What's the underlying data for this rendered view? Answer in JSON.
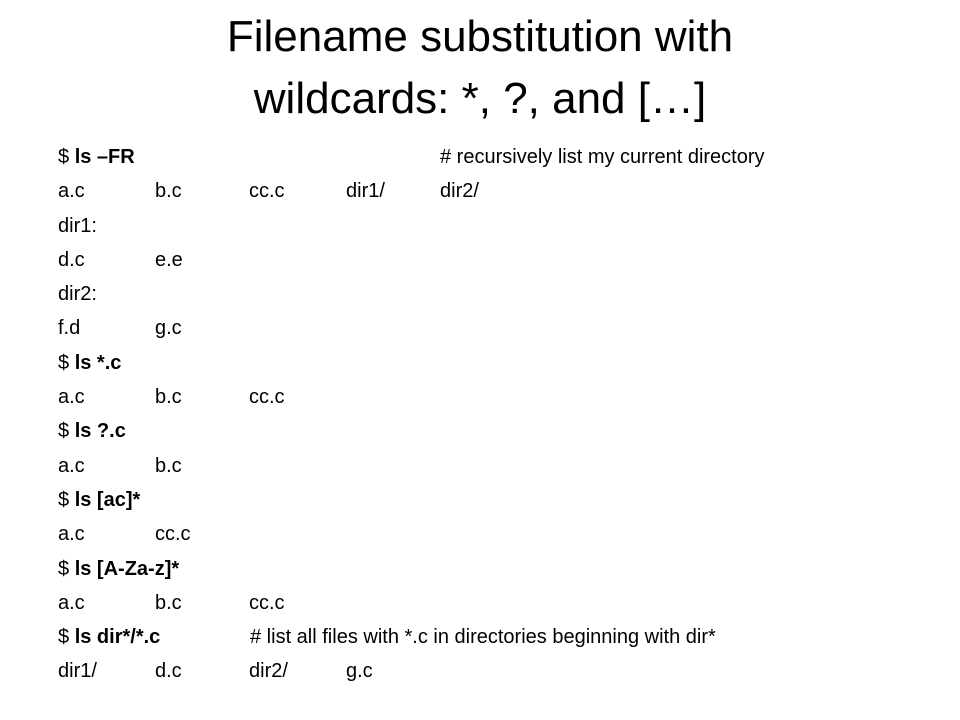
{
  "title": {
    "line1": "Filename substitution with",
    "line2": "wildcards: *, ?, and […]"
  },
  "lines": {
    "l0": {
      "prompt": "$ ",
      "command": "ls –FR",
      "comment": "# recursively list my current directory"
    },
    "l1": [
      "a.c",
      "b.c",
      "cc.c",
      "dir1/",
      "dir2/"
    ],
    "l2": [
      "dir1:"
    ],
    "l3": [
      "d.c",
      "e.e"
    ],
    "l4": [
      "dir2:"
    ],
    "l5": [
      "f.d",
      "g.c"
    ],
    "l6": {
      "prompt": "$ ",
      "command": "ls *.c"
    },
    "l7": [
      "a.c",
      "b.c",
      "cc.c"
    ],
    "l8": {
      "prompt": "$ ",
      "command": "ls ?.c"
    },
    "l9": [
      "a.c",
      "b.c"
    ],
    "l10": {
      "prompt": "$ ",
      "command": "ls [ac]*"
    },
    "l11": [
      "a.c",
      "cc.c"
    ],
    "l12": {
      "prompt": "$ ",
      "command": "ls [A-Za-z]*"
    },
    "l13": [
      "a.c",
      "b.c",
      "cc.c"
    ],
    "l14": {
      "prompt": "$ ",
      "command": "ls dir*/*.c",
      "comment": "# list all files with *.c in directories beginning with dir*"
    },
    "l15": [
      "dir1/",
      "d.c",
      "dir2/",
      "g.c"
    ]
  }
}
